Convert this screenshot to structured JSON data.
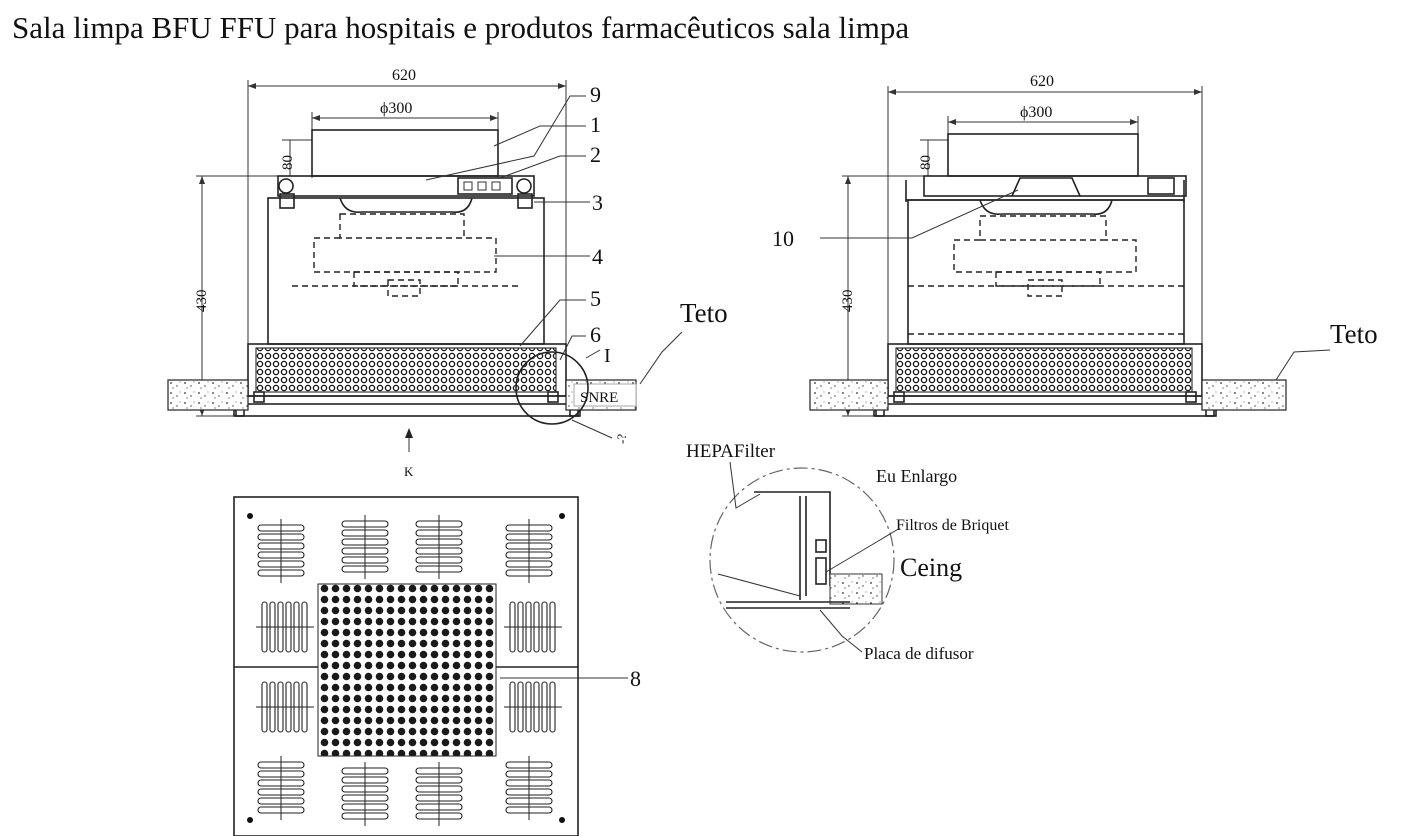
{
  "title": "Sala limpa BFU FFU para hospitais e produtos farmacêuticos sala limpa",
  "left_view": {
    "dim_width": "620",
    "dim_diameter": "ϕ300",
    "dim_top": "80",
    "dim_height": "430",
    "callouts": [
      "9",
      "1",
      "2",
      "3",
      "4",
      "5",
      "6"
    ],
    "detail_ref": "I",
    "ceiling_label": "Teto",
    "sensor_label": "SNRE",
    "view_label": "K",
    "detail_tag": "-?"
  },
  "right_view": {
    "dim_width": "620",
    "dim_diameter": "ϕ300",
    "dim_top": "80",
    "dim_height": "430",
    "callout": "10",
    "ceiling_label": "Teto"
  },
  "diffuser_view": {
    "callout": "8"
  },
  "enlarged_detail": {
    "hepa_label": "HEPAFilter",
    "enlarge_label": "Eu Enlargo",
    "briquet_label": "Filtros de Briquet",
    "ceiling_label": "Ceing",
    "plate_label": "Placa de difusor"
  }
}
